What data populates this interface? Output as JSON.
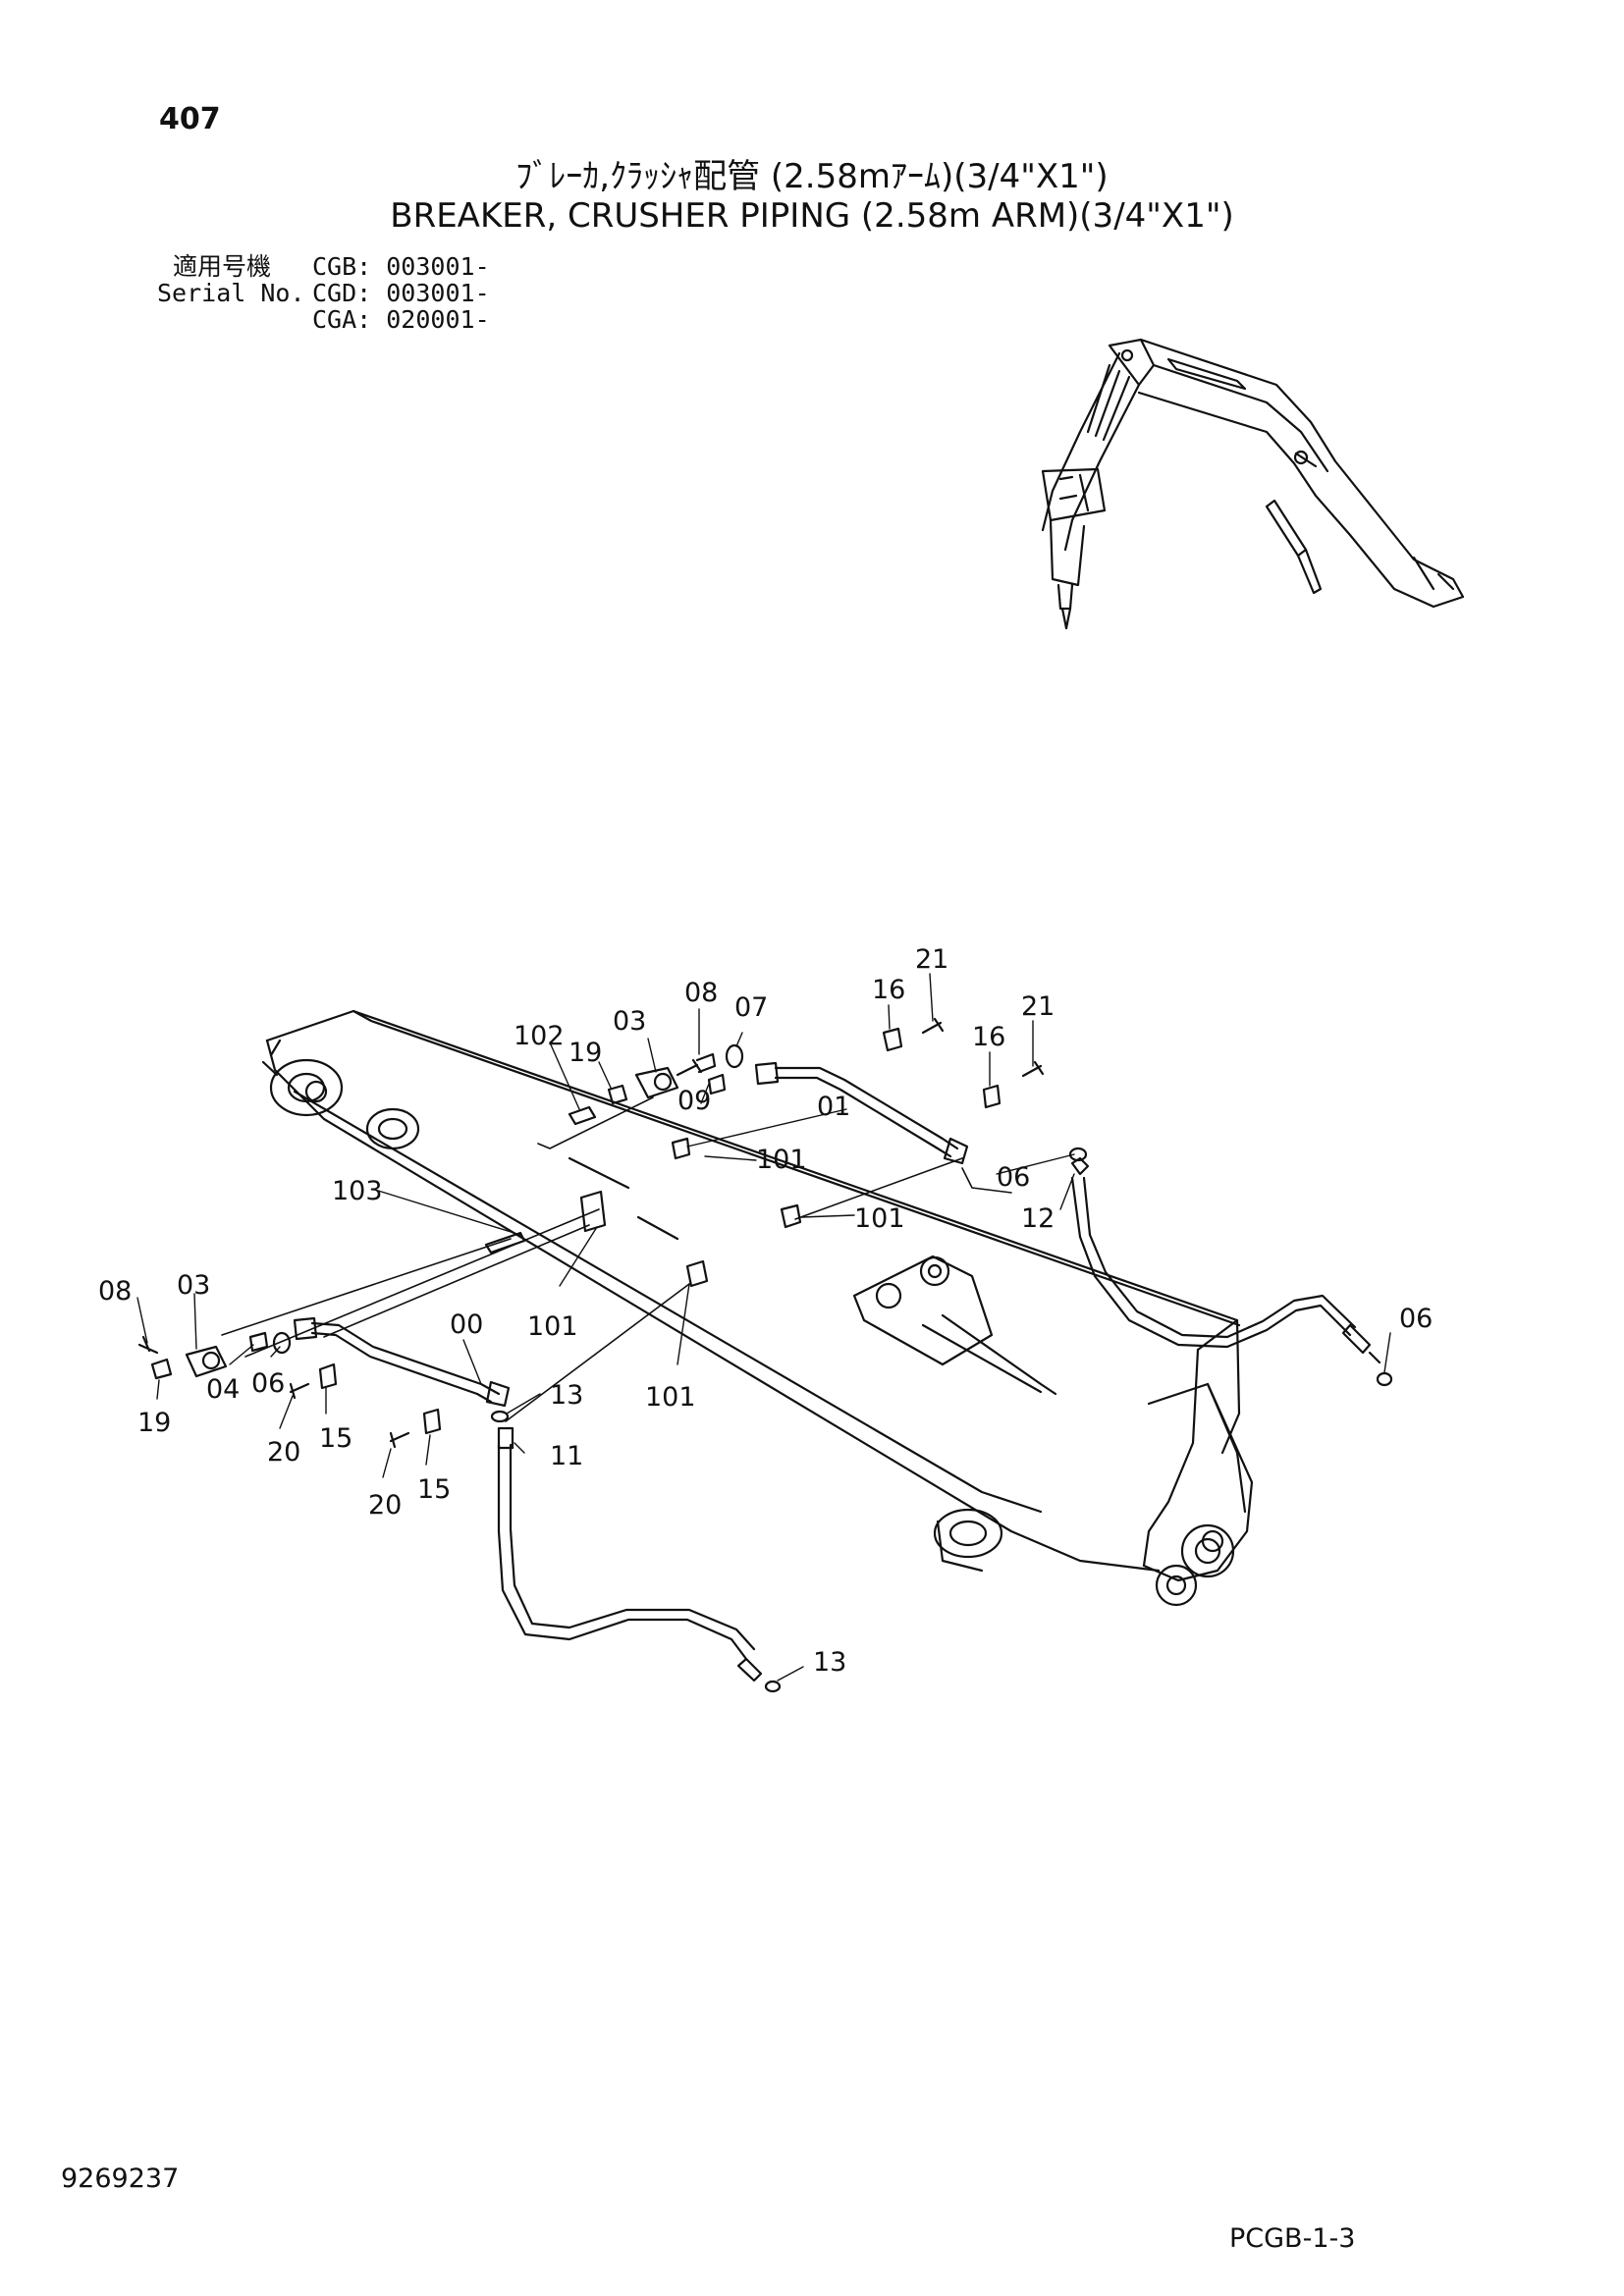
{
  "header": {
    "page_number": "407",
    "title_jp": "ﾌﾞﾚｰｶ,ｸﾗｯｼｬ配管 (2.58mｱｰﾑ)(3/4\"X1\")",
    "title_en": "BREAKER, CRUSHER PIPING (2.58m ARM)(3/4\"X1\")"
  },
  "serial": {
    "label_jp": "適用号機",
    "label_en": "Serial No.",
    "entries": [
      "CGB: 003001-",
      "CGD: 003001-",
      "CGA: 020001-"
    ]
  },
  "callouts": {
    "c102": "102",
    "c19a": "19",
    "c03a": "03",
    "c08a": "08",
    "c07": "07",
    "c09": "09",
    "c16a": "16",
    "c21a": "21",
    "c16b": "16",
    "c21b": "21",
    "c01": "01",
    "c101a": "101",
    "c06a": "06",
    "c12": "12",
    "c101b": "101",
    "c103": "103",
    "c08b": "08",
    "c03b": "03",
    "c04": "04",
    "c06b": "06",
    "c19b": "19",
    "c101c": "101",
    "c00": "00",
    "c13a": "13",
    "c101d": "101",
    "c20a": "20",
    "c15a": "15",
    "c11": "11",
    "c20b": "20",
    "c15b": "15",
    "c06c": "06",
    "c13b": "13"
  },
  "footer": {
    "doc_number": "9269237",
    "sheet_code": "PCGB-1-3"
  }
}
